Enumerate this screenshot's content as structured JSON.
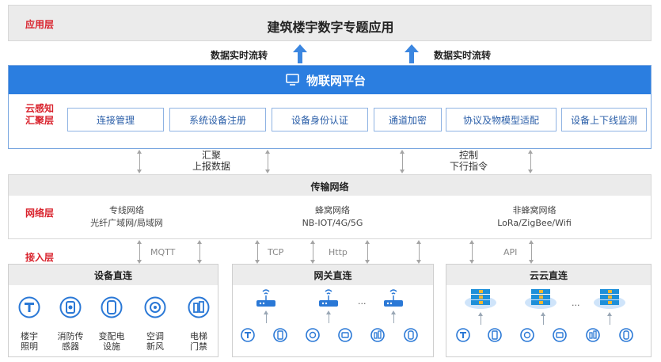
{
  "application_layer": {
    "label": "应用层",
    "title": "建筑楼宇数字专题应用"
  },
  "flows": {
    "left": "数据实时流转",
    "right": "数据实时流转"
  },
  "iot_platform": {
    "title": "物联网平台",
    "layer_label_line1": "云感知",
    "layer_label_line2": "汇聚层",
    "capabilities": [
      "连接管理",
      "系统设备注册",
      "设备身份认证",
      "通道加密",
      "协议及物模型适配",
      "设备上下线监测"
    ]
  },
  "links_upper": {
    "left_line1": "汇聚",
    "left_line2": "上报数据",
    "right_line1": "控制",
    "right_line2": "下行指令"
  },
  "network_layer": {
    "label": "网络层",
    "title": "传输网络",
    "groups": [
      {
        "name": "专线网络",
        "detail": "光纤广域网/局域网"
      },
      {
        "name": "蜂窝网络",
        "detail": "NB-IOT/4G/5G"
      },
      {
        "name": "非蜂窝网络",
        "detail": "LoRa/ZigBee/Wifi"
      }
    ]
  },
  "access_layer": {
    "label": "接入层",
    "protocols": {
      "mqtt": "MQTT",
      "tcp": "TCP",
      "http": "Http",
      "api": "API"
    }
  },
  "panels": {
    "device": {
      "title": "设备直连",
      "devices": [
        {
          "line1": "楼宇",
          "line2": "照明"
        },
        {
          "line1": "消防传",
          "line2": "感器"
        },
        {
          "line1": "变配电",
          "line2": "设施"
        },
        {
          "line1": "空调",
          "line2": "新风"
        },
        {
          "line1": "电梯",
          "line2": "门禁"
        }
      ]
    },
    "gateway": {
      "title": "网关直连",
      "dots": "..."
    },
    "cloud": {
      "title": "云云直连",
      "dots": "..."
    }
  },
  "colors": {
    "accent": "#2b7ee0",
    "layer_label": "#d9232d",
    "icon": "#2a78d6"
  }
}
